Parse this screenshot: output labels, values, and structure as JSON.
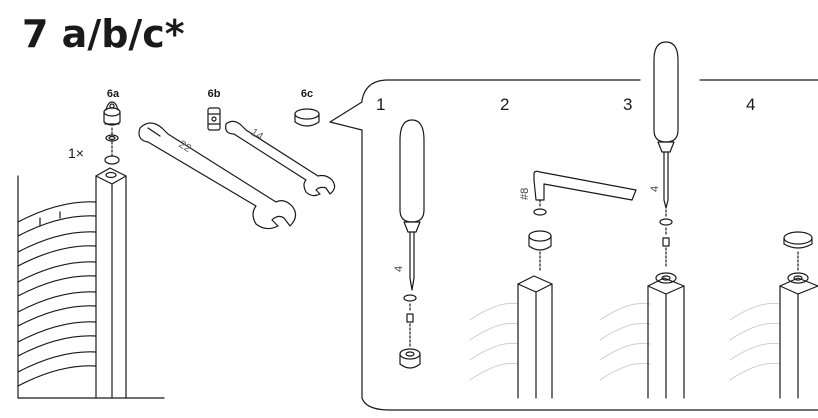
{
  "title": "7 a/b/c*",
  "parts": [
    {
      "label": "6a"
    },
    {
      "label": "6b"
    },
    {
      "label": "6c"
    }
  ],
  "quantity": "1×",
  "wrenches": [
    {
      "size": "22"
    },
    {
      "size": "14"
    }
  ],
  "steps": [
    {
      "label": "1",
      "tool_size": "4"
    },
    {
      "label": "2",
      "tool_size": "#8"
    },
    {
      "label": "3",
      "tool_size": "4"
    },
    {
      "label": "4",
      "tool_size": ""
    }
  ],
  "colors": {
    "line": "#1a1a1a",
    "faint": "#d0d0d0"
  }
}
